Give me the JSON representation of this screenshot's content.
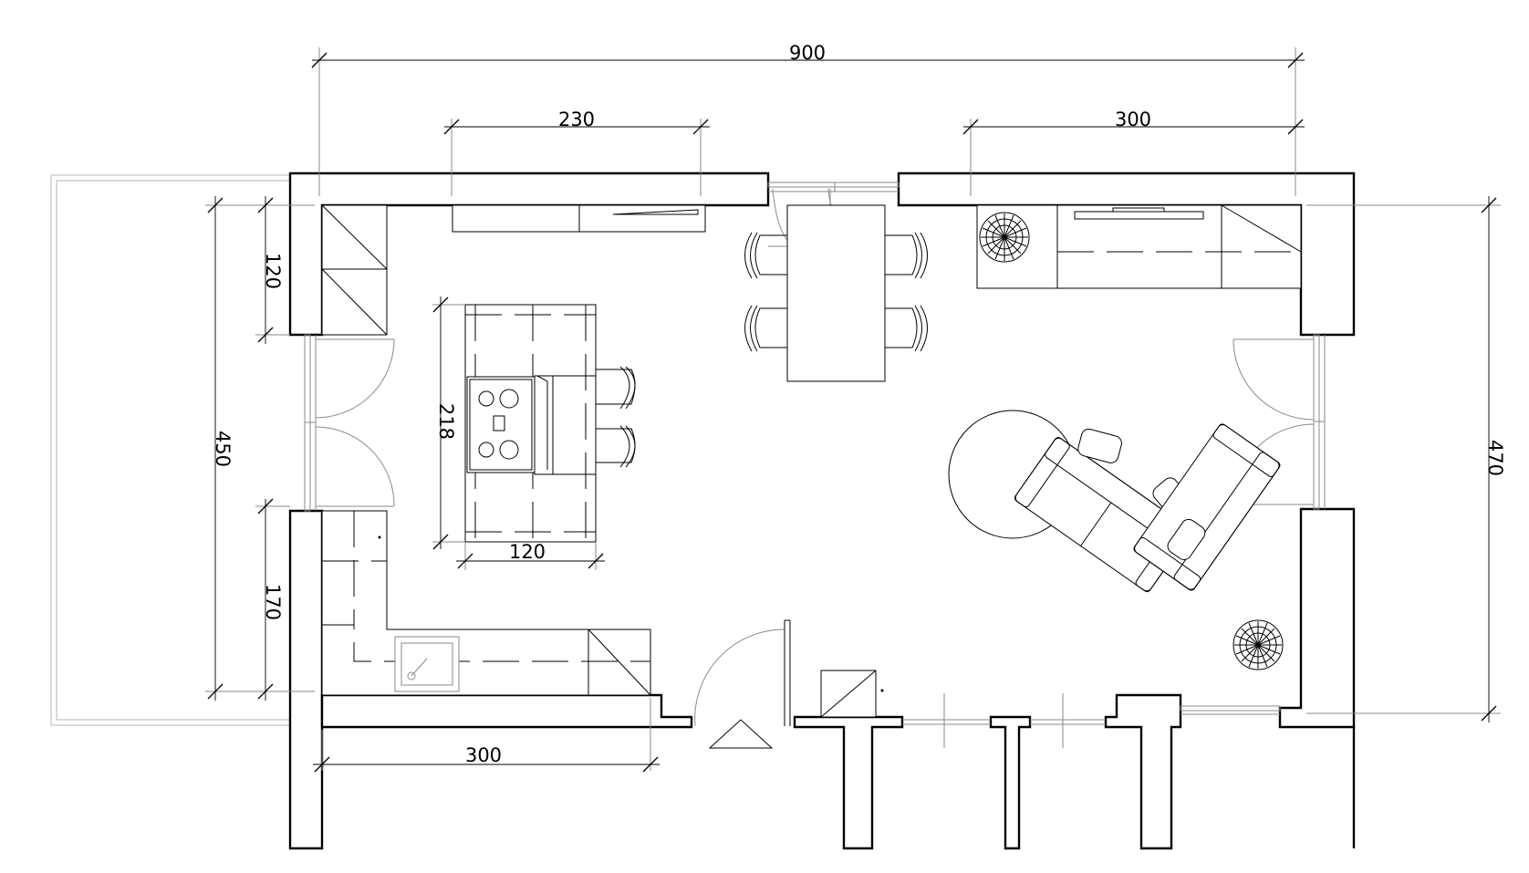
{
  "dimensions": {
    "total_width": "900",
    "top_left_counter": "230",
    "top_right_counter": "300",
    "left_upper": "120",
    "left_total": "450",
    "left_lower": "170",
    "right_total": "470",
    "island_depth": "218",
    "island_width": "120",
    "bottom_counter": "300"
  },
  "colors": {
    "wall_stroke": "#000000",
    "dimension_line": "#8a8a8a",
    "background": "#ffffff"
  },
  "icons": {
    "plant": "plant-icon",
    "entrance_marker": "triangle-icon"
  }
}
